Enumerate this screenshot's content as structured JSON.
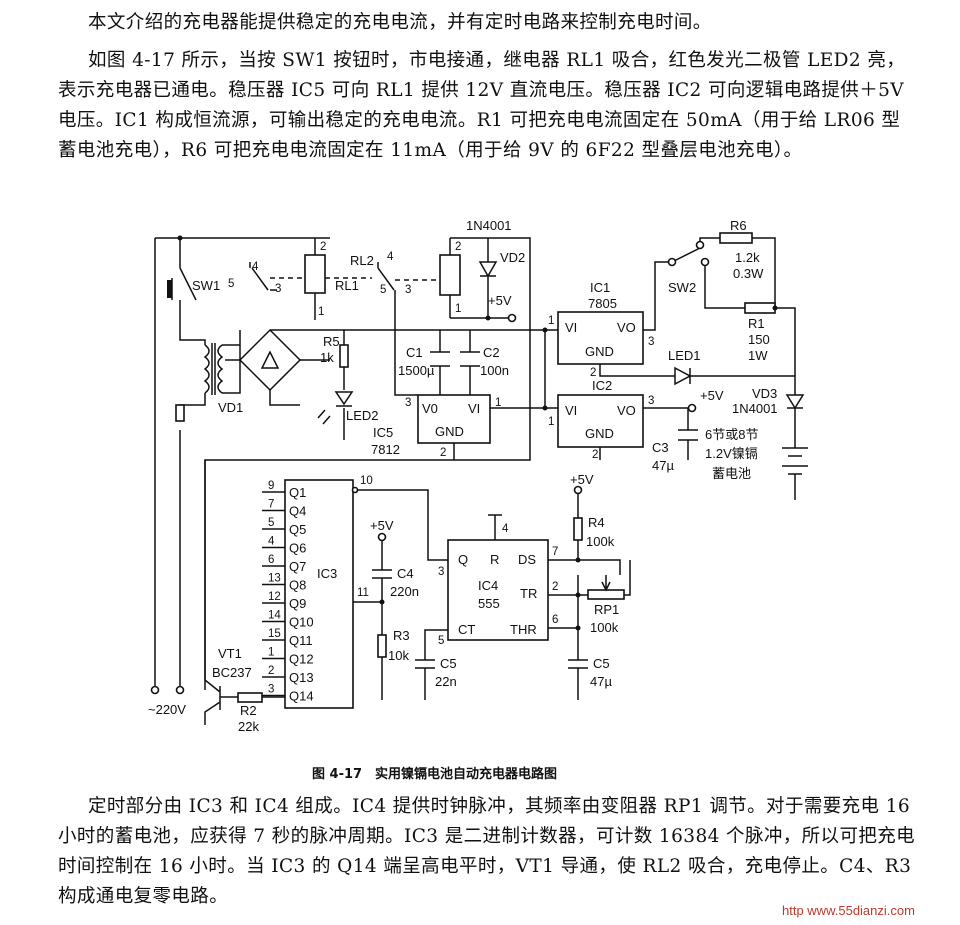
{
  "paragraphs": {
    "intro": "本文介绍的充电器能提供稳定的充电电流，并有定时电路来控制充电时间。",
    "description": "如图 4-17 所示，当按 SW1 按钮时，市电接通，继电器 RL1 吸合，红色发光二极管 LED2 亮，表示充电器已通电。稳压器 IC5 可向 RL1 提供 12V 直流电压。稳压器 IC2 可向逻辑电路提供＋5V 电压。IC1 构成恒流源，可输出稳定的充电电流。R1 可把充电电流固定在 50mA（用于给 LR06 型蓄电池充电），R6 可把充电电流固定在 11mA（用于给 9V 的 6F22 型叠层电池充电）。",
    "timing": "定时部分由 IC3 和 IC4 组成。IC4 提供时钟脉冲，其频率由变阻器 RP1 调节。对于需要充电 16 小时的蓄电池，应获得 7 秒的脉冲周期。IC3 是二进制计数器，可计数 16384 个脉冲，所以可把充电时间控制在 16 小时。当 IC3 的 Q14 端呈高电平时，VT1 导通，使 RL2 吸合，充电停止。C4、R3 构成通电复零电路。"
  },
  "figure": {
    "caption": "图 4-17　实用镍镉电池自动充电器电路图",
    "labels": {
      "sw1": "SW1",
      "mains": "~220V",
      "vd1": "VD1",
      "r5": "R5",
      "r5_val": "1k",
      "led2": "LED2",
      "rl1": "RL1",
      "rl2": "RL2",
      "vd2_part": "1N4001",
      "vd2": "VD2",
      "plus5v": "+5V",
      "c1": "C1",
      "c1_val": "1500µ",
      "c2": "C2",
      "c2_val": "100n",
      "ic5": "IC5",
      "ic5_part": "7812",
      "vo": "V0",
      "vi": "VI",
      "gnd": "GND",
      "ic1": "IC1",
      "ic1_part": "7805",
      "vi2": "VI",
      "vo2": "VO",
      "ic2": "IC2",
      "led1": "LED1",
      "sw2": "SW2",
      "r6": "R6",
      "r6_val1": "1.2k",
      "r6_val2": "0.3W",
      "r1": "R1",
      "r1_val1": "150",
      "r1_val2": "1W",
      "vd3": "VD3",
      "vd3_part": "1N4001",
      "c3": "C3",
      "c3_val": "47µ",
      "battery1": "6节或8节",
      "battery2": "1.2V镍镉",
      "battery3": "蓄电池",
      "ic3": "IC3",
      "q_pins": [
        "Q1",
        "Q4",
        "Q5",
        "Q6",
        "Q7",
        "Q8",
        "Q9",
        "Q10",
        "Q11",
        "Q12",
        "Q13",
        "Q14"
      ],
      "q_nums": [
        "9",
        "7",
        "5",
        "4",
        "6",
        "13",
        "12",
        "14",
        "15",
        "1",
        "2",
        "3"
      ],
      "pin10": "10",
      "pin11": "11",
      "c4": "C4",
      "c4_val": "220n",
      "r3": "R3",
      "r3_val": "10k",
      "vt1": "VT1",
      "vt1_part": "BC237",
      "r2": "R2",
      "r2_val": "22k",
      "ic4": "IC4",
      "ic4_part": "555",
      "q": "Q",
      "r": "R",
      "ds": "DS",
      "tr": "TR",
      "ct": "CT",
      "thr": "THR",
      "c5a": "C5",
      "c5a_val": "22n",
      "r4": "R4",
      "r4_val": "100k",
      "rp1": "RP1",
      "rp1_val": "100k",
      "c5b": "C5",
      "c5b_val": "47µ",
      "n1": "1",
      "n2": "2",
      "n3": "3",
      "n4": "4",
      "n5": "5",
      "n6": "6",
      "n7": "7"
    }
  },
  "watermark": "http www.55dianzi.com"
}
